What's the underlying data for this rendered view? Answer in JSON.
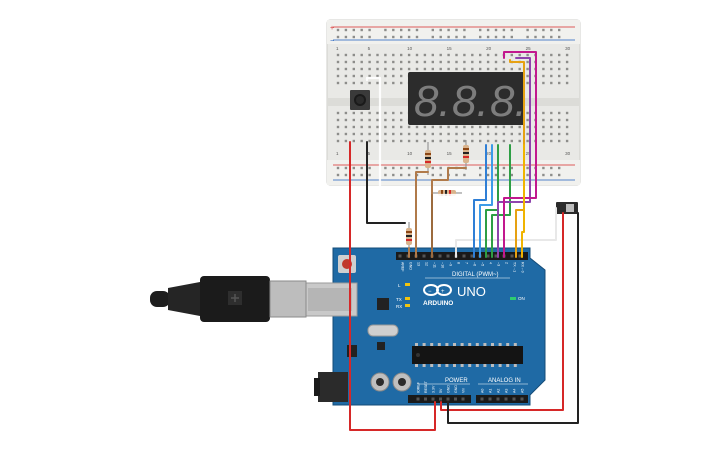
{
  "board": {
    "brand": "ARDUINO",
    "model": "UNO",
    "digital_header": "DIGITAL (PWM~)",
    "power_header": "POWER",
    "analog_header": "ANALOG IN",
    "on_label": "ON",
    "led_l": "L",
    "led_tx": "TX",
    "led_rx": "RX",
    "digital_pins": [
      "AREF",
      "GND",
      "13",
      "12",
      "~11",
      "~10",
      "~9",
      "8",
      "7",
      "~6",
      "~5",
      "4",
      "~3",
      "2",
      "TX→1",
      "RX←0"
    ],
    "power_pins": [
      "IOREF",
      "RESET",
      "3.3V",
      "5V",
      "GND",
      "GND",
      "Vin"
    ],
    "analog_pins": [
      "A0",
      "A1",
      "A2",
      "A3",
      "A4",
      "A5"
    ]
  },
  "breadboard": {
    "column_numbers": [
      "1",
      "5",
      "10",
      "15",
      "20",
      "25",
      "30"
    ],
    "rail_plus": "+",
    "rail_minus": "−"
  },
  "display": {
    "digits": [
      "8.",
      "8.",
      "8."
    ]
  },
  "colors": {
    "board_blue": "#1f6aa5",
    "wire_red": "#d62828",
    "wire_black": "#222222",
    "wire_magenta": "#c2188e",
    "wire_purple": "#8e44ad",
    "wire_green": "#2e9e44",
    "wire_blue": "#2f7fd6",
    "wire_orange": "#e6a112",
    "wire_brown": "#b07a4a"
  }
}
